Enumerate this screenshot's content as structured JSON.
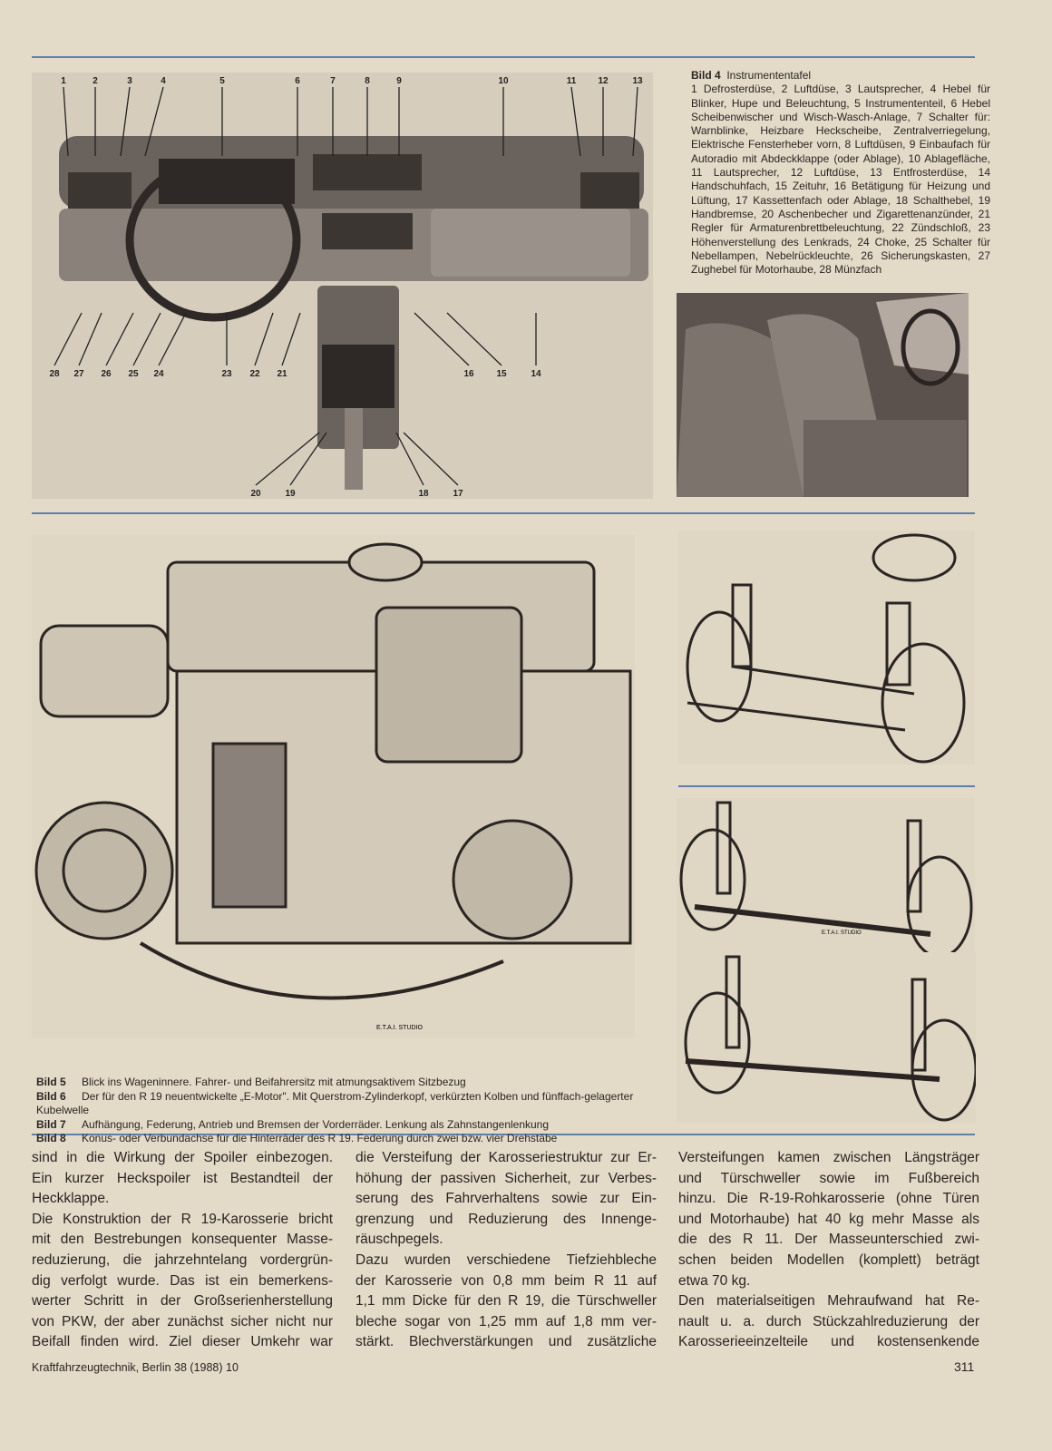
{
  "figure4": {
    "title_label": "Bild 4",
    "title": "Instrumententafel",
    "legend": "1 Defrosterdüse, 2 Luftdüse, 3 Lautsprecher, 4 Hebel für Blinker, Hupe und Beleuchtung, 5 Instrumententeil, 6 Hebel Scheibenwischer und Wisch-Wasch-Anlage, 7 Schalter für: Warnblinke, Heizbare Heckscheibe, Zentralverriegelung, Elektrische Fensterheber vorn, 8 Luftdüsen, 9 Einbaufach für Autoradio mit Abdeckklappe (oder Ablage), 10 Ablagefläche, 11 Lautsprecher, 12 Luftdüse, 13 Entfrosterdüse, 14 Handschuhfach, 15 Zeituhr, 16 Betätigung für Heizung und Lüftung, 17 Kassettenfach oder Ablage, 18 Schalthebel, 19 Handbremse, 20 Aschenbecher und Zigarettenanzünder, 21 Regler für Armaturenbrettbeleuchtung, 22 Zündschloß, 23 Höhenverstellung des Lenkrads, 24 Choke, 25 Schalter für Nebellampen, Nebelrückleuchte, 26 Sicherungskasten, 27 Zughebel für Motorhaube, 28 Münzfach",
    "callouts_top": [
      "1",
      "2",
      "3",
      "4",
      "5",
      "6",
      "7",
      "8",
      "9",
      "10",
      "11",
      "12",
      "13"
    ],
    "callouts_bottom": [
      "28",
      "27",
      "26",
      "25",
      "24",
      "23",
      "22",
      "21",
      "16",
      "15",
      "14"
    ],
    "callouts_console": [
      "20",
      "19",
      "18",
      "17"
    ]
  },
  "engine_credit": "E.T.A.I. STUDIO",
  "axle_credit": "E.T.A.I. STUDIO",
  "captions": [
    {
      "label": "Bild 5",
      "text": "Blick ins Wageninnere. Fahrer- und Beifahrersitz mit atmungsaktivem Sitzbezug"
    },
    {
      "label": "Bild 6",
      "text": "Der für den R 19 neuentwickelte „E-Motor\". Mit Querstrom-Zylinderkopf, verkürzten Kolben und fünffach-gelagerter Kubelwelle"
    },
    {
      "label": "Bild 7",
      "text": "Aufhängung, Federung, Antrieb und Bremsen der Vorderräder. Lenkung als Zahnstangenlenkung"
    },
    {
      "label": "Bild 8",
      "text": "Konus- oder Verbundachse für die Hinterräder des R 19. Federung durch zwei bzw. vier Drehstäbe"
    }
  ],
  "columns": [
    [
      {
        "t": "sind in die Wirkung der Spoiler einbezogen."
      },
      {
        "t": "Ein kurzer Heckspoiler ist Bestandteil der"
      },
      {
        "t": "Heckklappe.",
        "end": true
      },
      {
        "t": "Die Konstruktion der R 19-Karosserie bricht"
      },
      {
        "t": "mit den Bestrebungen konsequenter Masse-"
      },
      {
        "t": "reduzierung, die jahrzehntelang vordergrün-"
      },
      {
        "t": "dig verfolgt wurde. Das ist ein bemerkens-"
      },
      {
        "t": "werter Schritt in der Großserienherstellung"
      },
      {
        "t": "von PKW, der aber zunächst sicher nicht nur"
      },
      {
        "t": "Beifall finden wird. Ziel dieser Umkehr war"
      }
    ],
    [
      {
        "t": "die Versteifung der Karosseriestruktur zur Er-"
      },
      {
        "t": "höhung der passiven Sicherheit, zur Verbes-"
      },
      {
        "t": "serung des Fahrverhaltens sowie zur Ein-"
      },
      {
        "t": "grenzung und Reduzierung des Innenge-"
      },
      {
        "t": "räuschpegels.",
        "end": true
      },
      {
        "t": "Dazu wurden verschiedene Tiefziehbleche"
      },
      {
        "t": "der Karosserie von 0,8 mm beim R 11 auf"
      },
      {
        "t": "1,1 mm Dicke für den R 19, die Türschweller"
      },
      {
        "t": "bleche sogar von 1,25 mm auf 1,8 mm ver-"
      },
      {
        "t": "stärkt. Blechverstärkungen und zusätzliche"
      }
    ],
    [
      {
        "t": "Versteifungen kamen zwischen Längsträger"
      },
      {
        "t": "und Türschweller sowie im Fußbereich"
      },
      {
        "t": "hinzu. Die R-19-Rohkarosserie (ohne Türen"
      },
      {
        "t": "und Motorhaube) hat 40 kg mehr Masse als"
      },
      {
        "t": "die des R 11. Der Masseunterschied zwi-"
      },
      {
        "t": "schen beiden Modellen (komplett) beträgt"
      },
      {
        "t": "etwa 70 kg.",
        "end": true
      },
      {
        "t": "Den materialseitigen Mehraufwand hat Re-"
      },
      {
        "t": "nault u. a. durch Stückzahlreduzierung der"
      },
      {
        "t": "Karosserieeinzelteile und kostensenkende"
      }
    ]
  ],
  "footer": {
    "journal": "Kraftfahrzeugtechnik, Berlin 38 (1988) 10",
    "page": "311"
  }
}
